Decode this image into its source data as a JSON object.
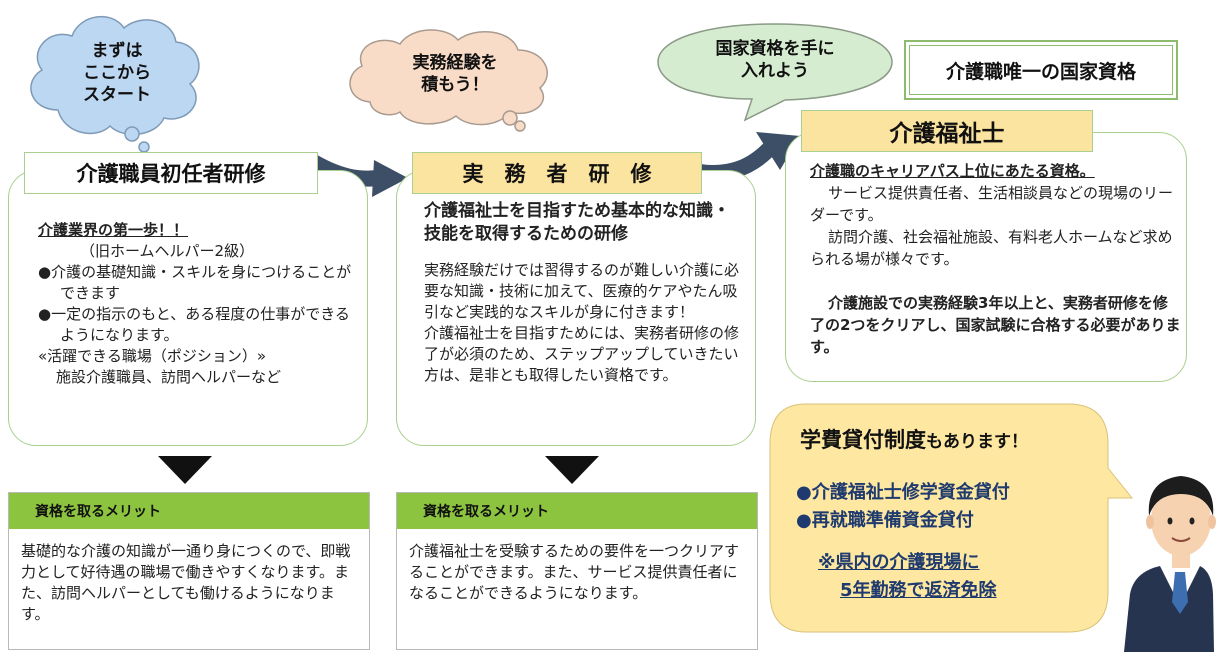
{
  "clouds": {
    "start": "まずは\nここから\nスタート",
    "experience": "実務経験を\n積もう！",
    "license": "国家資格を手に\n入れよう"
  },
  "only_license_badge": "介護職唯一の国家資格",
  "steps": [
    {
      "title": "介護職員初任者研修",
      "intro": "介護業界の第一歩！！",
      "sub": "（旧ホームヘルパー2級）",
      "bullets": [
        "●介護の基礎知識・スキルを身につけることができます",
        "●一定の指示のもと、ある程度の仕事ができるようになります。"
      ],
      "position_label": "«活躍できる職場（ポジション）»",
      "positions": "施設介護職員、訪問ヘルパーなど"
    },
    {
      "title": "実　務　者　研　修",
      "headline": "介護福祉士を目指すため基本的な知識・技能を取得するための研修",
      "para1": "実務経験だけでは習得するのが難しい介護に必要な知識・技術に加えて、医療的ケアやたん吸引など実践的なスキルが身に付きます！",
      "para2": "介護福祉士を目指すためには、実務者研修の修了が必須のため、ステップアップしていきたい方は、是非とも取得したい資格です。"
    },
    {
      "title": "介護福祉士",
      "intro": "介護職のキャリアパス上位にあたる資格。",
      "para1": "サービス提供責任者、生活相談員などの現場のリーダーです。",
      "para2": "訪問介護、社会福祉施設、有料老人ホームなど求められる場が様々です。",
      "para3": "介護施設での実務経験3年以上と、実務者研修を修了の2つをクリアし、国家試験に合格する必要があります。"
    }
  ],
  "merits": [
    {
      "heading": "資格を取るメリット",
      "text": "基礎的な介護の知識が一通り身につくので、即戦力として好待遇の職場で働きやすくなります。また、訪問ヘルパーとしても働けるようになります。"
    },
    {
      "heading": "資格を取るメリット",
      "text": "介護福祉士を受験するための要件を一つクリアすることができます。また、サービス提供責任者になることができるようになります。"
    }
  ],
  "loan": {
    "title_strong": "学費貸付制度",
    "title_tail": "もあります！",
    "items": [
      "●介護福祉士修学資金貸付",
      "●再就職準備資金貸付"
    ],
    "note_line1": "※県内の介護現場に",
    "note_line2": "5年勤務で返済免除"
  },
  "colors": {
    "card_border": "#a9d08e",
    "pill_yellow": "#fbe3a0",
    "merit_header": "#8dc43f",
    "cloud_blue": "#bcd7f1",
    "cloud_peach": "#f8dcc7",
    "cloud_green": "#d6ecd0",
    "loan_bubble": "#fde7a1",
    "arrow": "#3c4f66",
    "loan_text": "#1f3a6e"
  },
  "icons": [
    "down-triangle-icon",
    "curved-arrow-icon",
    "businessman-icon"
  ]
}
